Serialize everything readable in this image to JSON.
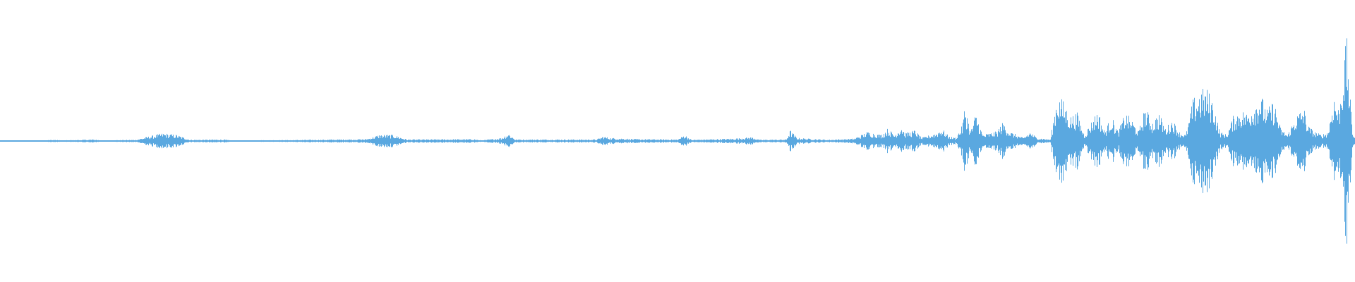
{
  "waveform": {
    "color": "#5aa8e0",
    "duration_fraction_start": 0.0,
    "duration_fraction_end": 1.0,
    "envelope": [
      [
        0.0,
        0.004
      ],
      [
        0.03,
        0.004
      ],
      [
        0.04,
        0.008
      ],
      [
        0.045,
        0.004
      ],
      [
        0.07,
        0.01
      ],
      [
        0.075,
        0.004
      ],
      [
        0.1,
        0.008
      ],
      [
        0.11,
        0.03
      ],
      [
        0.12,
        0.05
      ],
      [
        0.13,
        0.04
      ],
      [
        0.14,
        0.008
      ],
      [
        0.165,
        0.01
      ],
      [
        0.17,
        0.004
      ],
      [
        0.21,
        0.006
      ],
      [
        0.27,
        0.012
      ],
      [
        0.28,
        0.04
      ],
      [
        0.29,
        0.04
      ],
      [
        0.3,
        0.01
      ],
      [
        0.35,
        0.012
      ],
      [
        0.355,
        0.004
      ],
      [
        0.37,
        0.02
      ],
      [
        0.375,
        0.05
      ],
      [
        0.38,
        0.01
      ],
      [
        0.44,
        0.01
      ],
      [
        0.445,
        0.03
      ],
      [
        0.45,
        0.02
      ],
      [
        0.47,
        0.012
      ],
      [
        0.5,
        0.01
      ],
      [
        0.505,
        0.04
      ],
      [
        0.51,
        0.008
      ],
      [
        0.54,
        0.015
      ],
      [
        0.555,
        0.025
      ],
      [
        0.56,
        0.008
      ],
      [
        0.58,
        0.01
      ],
      [
        0.583,
        0.07
      ],
      [
        0.588,
        0.02
      ],
      [
        0.61,
        0.008
      ],
      [
        0.63,
        0.015
      ],
      [
        0.64,
        0.06
      ],
      [
        0.65,
        0.04
      ],
      [
        0.655,
        0.08
      ],
      [
        0.66,
        0.04
      ],
      [
        0.665,
        0.1
      ],
      [
        0.668,
        0.05
      ],
      [
        0.675,
        0.07
      ],
      [
        0.68,
        0.02
      ],
      [
        0.69,
        0.05
      ],
      [
        0.695,
        0.08
      ],
      [
        0.7,
        0.03
      ],
      [
        0.705,
        0.02
      ],
      [
        0.71,
        0.1
      ],
      [
        0.712,
        0.24
      ],
      [
        0.716,
        0.06
      ],
      [
        0.72,
        0.18
      ],
      [
        0.725,
        0.04
      ],
      [
        0.735,
        0.06
      ],
      [
        0.74,
        0.12
      ],
      [
        0.745,
        0.06
      ],
      [
        0.755,
        0.02
      ],
      [
        0.76,
        0.06
      ],
      [
        0.765,
        0.02
      ],
      [
        0.775,
        0.01
      ],
      [
        0.78,
        0.3
      ],
      [
        0.784,
        0.26
      ],
      [
        0.79,
        0.16
      ],
      [
        0.795,
        0.18
      ],
      [
        0.8,
        0.04
      ],
      [
        0.805,
        0.12
      ],
      [
        0.81,
        0.2
      ],
      [
        0.815,
        0.06
      ],
      [
        0.82,
        0.16
      ],
      [
        0.825,
        0.06
      ],
      [
        0.83,
        0.18
      ],
      [
        0.835,
        0.14
      ],
      [
        0.84,
        0.06
      ],
      [
        0.845,
        0.22
      ],
      [
        0.85,
        0.12
      ],
      [
        0.855,
        0.18
      ],
      [
        0.86,
        0.08
      ],
      [
        0.865,
        0.14
      ],
      [
        0.87,
        0.06
      ],
      [
        0.875,
        0.04
      ],
      [
        0.88,
        0.26
      ],
      [
        0.885,
        0.32
      ],
      [
        0.89,
        0.34
      ],
      [
        0.895,
        0.26
      ],
      [
        0.9,
        0.06
      ],
      [
        0.905,
        0.04
      ],
      [
        0.91,
        0.16
      ],
      [
        0.915,
        0.2
      ],
      [
        0.92,
        0.18
      ],
      [
        0.925,
        0.24
      ],
      [
        0.93,
        0.3
      ],
      [
        0.935,
        0.2
      ],
      [
        0.94,
        0.26
      ],
      [
        0.945,
        0.08
      ],
      [
        0.95,
        0.04
      ],
      [
        0.955,
        0.14
      ],
      [
        0.958,
        0.18
      ],
      [
        0.962,
        0.22
      ],
      [
        0.965,
        0.1
      ],
      [
        0.97,
        0.06
      ],
      [
        0.975,
        0.04
      ],
      [
        0.98,
        0.06
      ],
      [
        0.984,
        0.3
      ],
      [
        0.988,
        0.2
      ],
      [
        0.992,
        0.56
      ],
      [
        0.994,
        0.66
      ],
      [
        0.996,
        0.3
      ],
      [
        0.998,
        0.06
      ],
      [
        1.0,
        0.02
      ]
    ]
  }
}
